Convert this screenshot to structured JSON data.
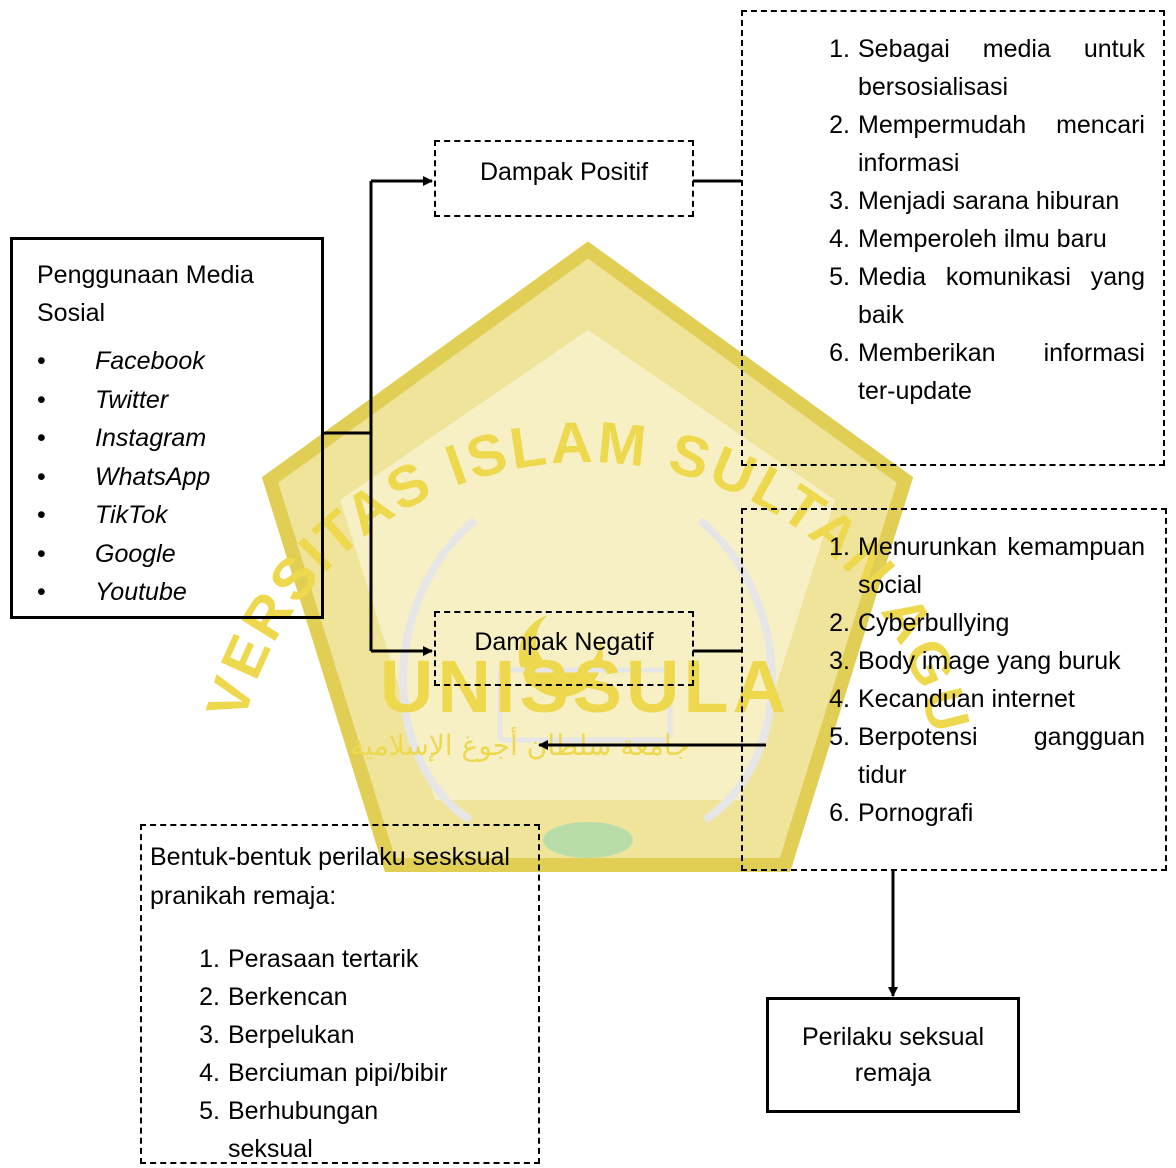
{
  "watermark": {
    "arc_text": "UNIVERSITAS ISLAM SULTAN AGUNG",
    "name": "UNISSULA",
    "arabic": "جامعة سلطان أجوغ الإسلامية",
    "colors": {
      "pentagon": "#F0E39A",
      "border": "#E0CE55",
      "inner": "#F7F0C4",
      "text": "#EDD84E",
      "green": "#B9DDA8",
      "line": "#E6E6E6"
    }
  },
  "usage_box": {
    "title": "Penggunaan Media Sosial",
    "items": [
      "Facebook",
      "Twitter",
      "Instagram",
      "WhatsApp",
      "TikTok",
      "Google",
      "Youtube"
    ]
  },
  "positive": {
    "label": "Dampak Positif",
    "items": [
      "Sebagai media untuk bersosialisasi",
      "Mempermudah mencari informasi",
      "Menjadi sarana hiburan",
      "Memperoleh ilmu baru",
      "Media komunikasi yang baik",
      "Memberikan informasi ter-update"
    ]
  },
  "negative": {
    "label": "Dampak Negatif",
    "items": [
      "Menurunkan kemampuan social",
      "Cyberbullying",
      "Body image yang buruk",
      "Kecanduan internet",
      "Berpotensi gangguan tidur",
      "Pornografi"
    ]
  },
  "behavior_box": {
    "label": "Perilaku seksual remaja"
  },
  "forms": {
    "title": "Bentuk-bentuk perilaku sesksual pranikah remaja:",
    "items": [
      "Perasaan tertarik",
      "Berkencan",
      "Berpelukan",
      "Berciuman pipi/bibir",
      "Berhubungan seksual"
    ]
  }
}
